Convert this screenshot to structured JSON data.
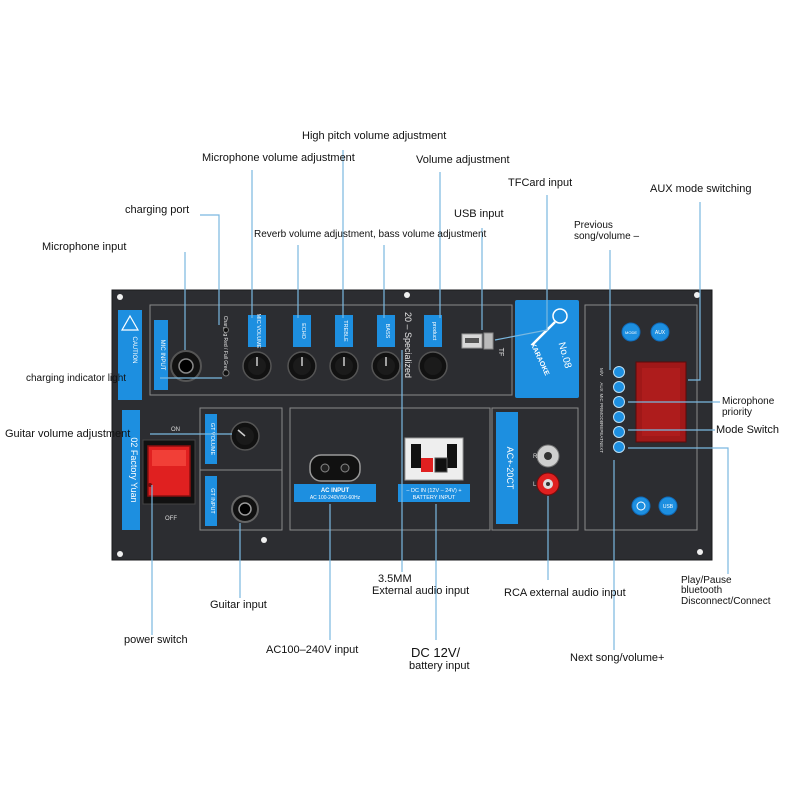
{
  "callouts": {
    "high_pitch": "High pitch volume adjustment",
    "mic_volume": "Microphone volume adjustment",
    "volume": "Volume adjustment",
    "tfcard": "TFCard input",
    "aux_switch": "AUX mode switching",
    "charging_port": "charging port",
    "usb_input": "USB input",
    "previous": "Previous song/volume –",
    "reverb_bass": "Reverb volume adjustment, bass volume adjustment",
    "mic_input": "Microphone input",
    "charging_indicator": "charging indicator light",
    "mic_priority": "Microphone priority",
    "guitar_volume": "Guitar volume adjustment",
    "mode_switch": "Mode Switch",
    "mm35": "3.5MM",
    "external_audio": "External audio input",
    "rca": "RCA external audio input",
    "play_pause": "Play/Pause",
    "bt_disconnect": "bluetooth Disconnect/Connect",
    "guitar_input": "Guitar input",
    "power_switch": "power switch",
    "ac_input_label": "AC100–240V input",
    "dc_label": "DC 12V/",
    "battery_label": "battery input",
    "next_song": "Next song/volume+"
  },
  "panel": {
    "caution": "CAUTION",
    "mic_input_label": "MIC INPUT",
    "charging_text": "Charging Red / Full Green",
    "knobs": [
      "MIC VOLUME",
      "ECHO",
      "TREBLE",
      "BASS"
    ],
    "specialized": "20 – Specialized",
    "knob5": "product",
    "tf": "TF",
    "karaoke": "KARAOKE",
    "model": "No.08",
    "factory": "02 Factory Yuan",
    "on": "ON",
    "off": "OFF",
    "gt_volume": "GT VOLUME",
    "gt_input": "GT INPUT",
    "ac_input_title": "AC INPUT",
    "ac_input_spec": "AC 100-240V/50-60Hz",
    "dc_title": "– DC IN (12V – 24V) +",
    "battery_input": "BATTERY INPUT",
    "acdc_model": "AC+-20CT",
    "btn_labels": [
      "M/V",
      "AUX",
      "MIC PRI",
      "MODE",
      "REPEAT",
      "NEXT"
    ],
    "mode_btn": "MODE",
    "aux_btn": "AUX",
    "usb_btn": "USB"
  },
  "colors": {
    "panel": "#2c2d31",
    "label_blue": "#1d8fe0",
    "label_blue_dark": "#0f6ab8",
    "leader": "#7ab8e0",
    "switch_red": "#e02020",
    "display_red": "#a01818"
  }
}
